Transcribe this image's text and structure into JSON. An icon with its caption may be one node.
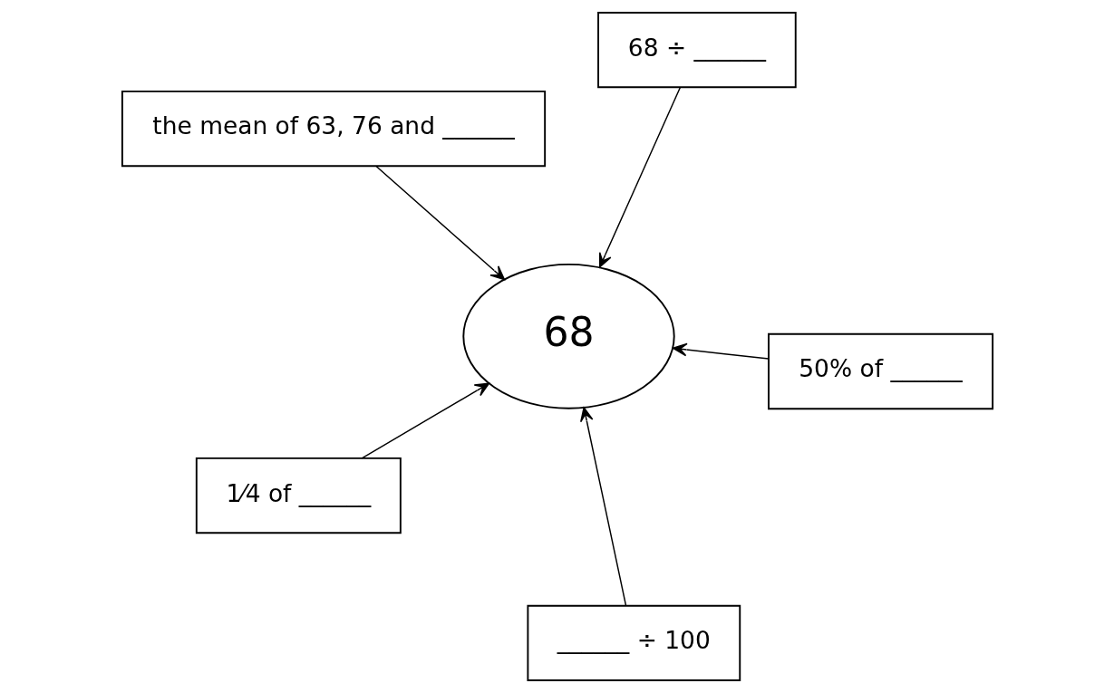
{
  "diagram": {
    "nodes": [
      {
        "text": [
          "the mean of 63, 76 and ______"
        ]
      },
      {
        "text": [
          "50% of ______"
        ]
      },
      {
        "text": [
          "______ ÷ 100"
        ]
      },
      {
        "text": [
          "68"
        ]
      },
      {
        "text": [
          "68 ÷ ______"
        ]
      },
      {
        "text": [
          "1⁄4 of ______"
        ]
      }
    ],
    "edges": [
      {
        "from": 0,
        "to": 3,
        "arrow": "to"
      },
      {
        "from": 1,
        "to": 3,
        "arrow": "to"
      },
      {
        "from": 2,
        "to": 3,
        "arrow": "to"
      },
      {
        "from": 4,
        "to": 3,
        "arrow": "to"
      },
      {
        "from": 5,
        "to": 3,
        "arrow": "to"
      }
    ]
  }
}
